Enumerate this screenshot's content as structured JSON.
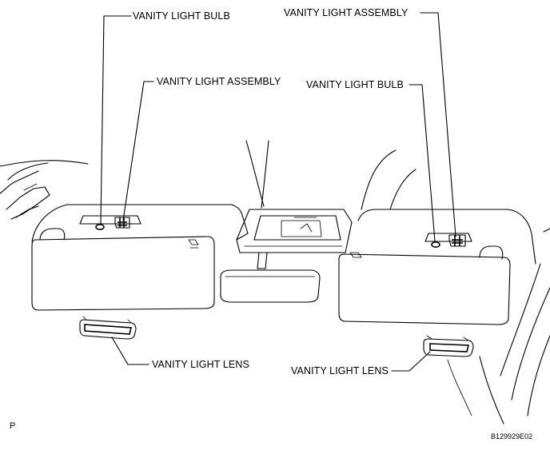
{
  "labels": {
    "left_bulb": "VANITY LIGHT BULB",
    "left_assembly": "VANITY LIGHT ASSEMBLY",
    "left_lens": "VANITY LIGHT LENS",
    "right_assembly": "VANITY LIGHT ASSEMBLY",
    "right_bulb": "VANITY LIGHT BULB",
    "right_lens": "VANITY LIGHT LENS"
  },
  "footer": {
    "view_code": "P",
    "figure_id": "B129929E02"
  }
}
